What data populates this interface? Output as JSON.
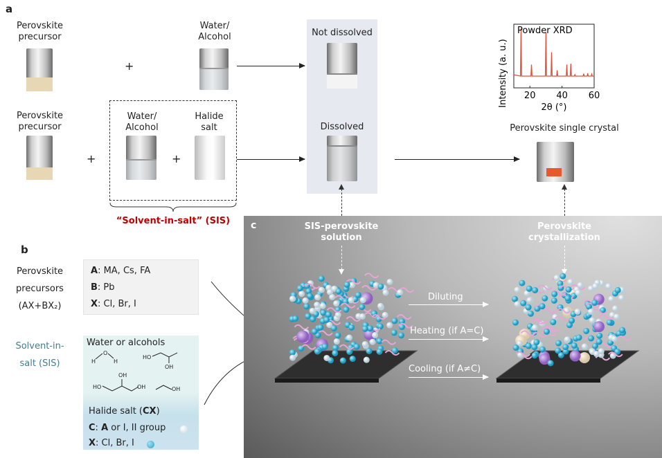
{
  "panel_a": {
    "label": "a",
    "precursor_top": "Perovskite\nprecursor",
    "plus": "+",
    "water_top": "Water/\nAlcohol",
    "not_dissolved": "Not dissolved",
    "precursor_bottom": "Perovskite\nprecursor",
    "water_bottom": "Water/\nAlcohol",
    "halide_salt": "Halide\nsalt",
    "dissolved": "Dissolved",
    "sis_label": "“Solvent-in-salt”  (SIS)",
    "single_crystal": "Perovskite single crystal"
  },
  "chart_data": {
    "type": "line",
    "title": "Powder XRD",
    "xlabel": "2θ (°)",
    "ylabel": "Intensity (a. u.)",
    "xlim": [
      10,
      60
    ],
    "xticks": [
      "20",
      "40",
      "60"
    ],
    "color": "#e0503a",
    "peaks": [
      [
        14.5,
        1.0
      ],
      [
        21,
        0.24
      ],
      [
        30,
        0.92
      ],
      [
        33.5,
        0.5
      ],
      [
        37,
        0.12
      ],
      [
        43,
        0.24
      ],
      [
        45.5,
        0.26
      ],
      [
        48,
        0.03
      ],
      [
        53.5,
        0.05
      ],
      [
        56,
        0.06
      ],
      [
        58.5,
        0.04
      ]
    ]
  },
  "panel_b": {
    "label": "b",
    "precursor_title": "Perovskite\nprecursors\n(AX+BX₂)",
    "a_key": "A",
    "a_val": ": MA, Cs, FA",
    "b_key": "B",
    "b_val": ": Pb",
    "x_key": "X",
    "x_val": ": Cl, Br, I",
    "sis_title": "Solvent-in-\nsalt (SIS)",
    "water_alcohols": "Water or alcohols",
    "halide_salt_pre": "Halide salt (",
    "halide_salt_key": "CX",
    "halide_salt_post": ")",
    "c_key": "C",
    "c_mid": ": ",
    "c_a": "A",
    "c_val": " or I, II group",
    "x2_key": "X",
    "x2_val": ": Cl, Br, I"
  },
  "panel_c": {
    "label": "c",
    "left_title": "SIS-perovskite\nsolution",
    "right_title": "Perovskite\ncrystallization",
    "diluting": "Diluting",
    "heating": "Heating (if A=C)",
    "cooling": "Cooling (if A≠C)"
  },
  "colors": {
    "sis_red": "#c00000",
    "sis_teal": "#3f7f8f",
    "xrd": "#e0503a",
    "c_ion": "#d8e4ea",
    "x_ion": "#3bb0d0"
  }
}
